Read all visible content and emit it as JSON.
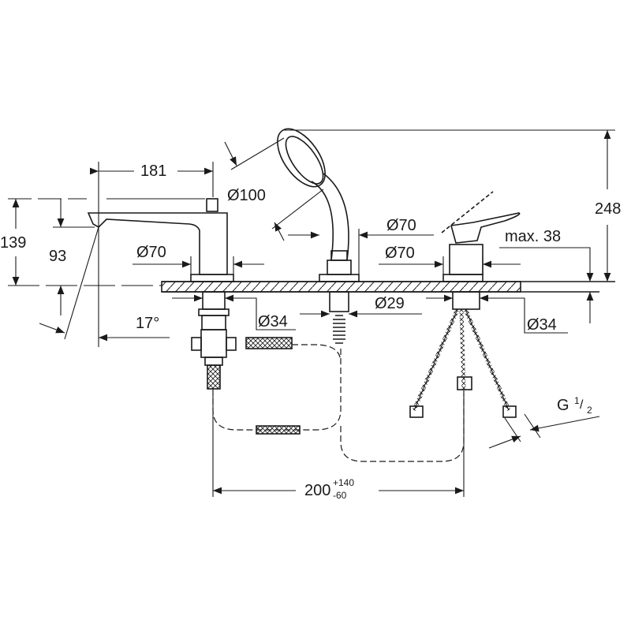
{
  "drawing": {
    "dims": {
      "spout_length": "181",
      "spout_diameter_base": "Ø70",
      "total_height_spout": "139",
      "spout_outlet_height": "93",
      "spout_angle": "17°",
      "shower_head_diameter": "Ø100",
      "shower_base_diameter": "Ø70",
      "valve_base_diameter": "Ø70",
      "max_deck_thickness": "max. 38",
      "total_height": "248",
      "shower_shank_diameter": "Ø29",
      "spout_hole_diameter": "Ø34",
      "valve_hole_diameter": "Ø34",
      "spacing_value": "200",
      "spacing_plus": "+140",
      "spacing_minus": "-60",
      "thread_g": "G",
      "thread_num": "1",
      "thread_den": "2"
    },
    "line_color": "#1a1a1a"
  }
}
